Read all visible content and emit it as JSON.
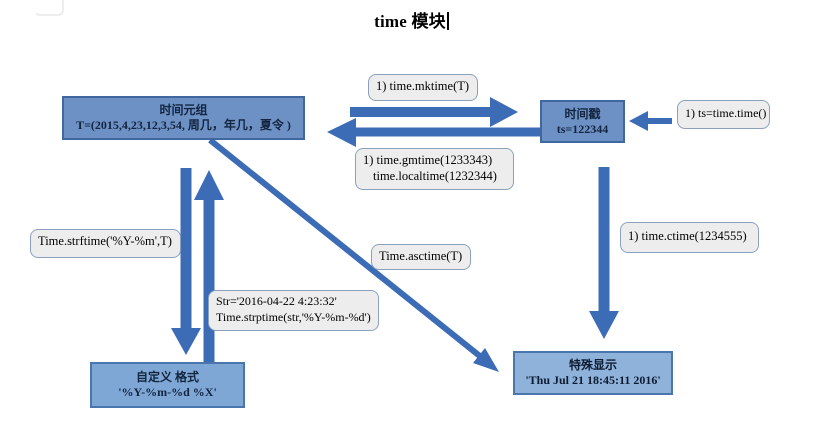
{
  "title": {
    "text": "time 模块"
  },
  "nodes": {
    "tuple": {
      "title": "时间元组",
      "value": "T=(2015,4,23,12,3,54, 周几，年几，夏令 )"
    },
    "timestamp": {
      "title": "时间戳",
      "value": "ts=122344"
    },
    "custom": {
      "title": "自定义 格式",
      "value": "'%Y-%m-%d %X'"
    },
    "special": {
      "title": "特殊显示",
      "value": "'Thu Jul 21 18:45:11 2016'"
    }
  },
  "callouts": {
    "mktime": {
      "text": "1) time.mktime(T)"
    },
    "ts_time": {
      "text": "1) ts=time.time()"
    },
    "gmtime": {
      "line1": "1) time.gmtime(1233343)",
      "line2": "time.localtime(1232344)"
    },
    "ctime": {
      "text": "1) time.ctime(1234555)"
    },
    "strftime": {
      "text": "Time.strftime('%Y-%m',T)"
    },
    "asctime": {
      "text": "Time.asctime(T)"
    },
    "strptime": {
      "line1": "Str='2016-04-22 4:23:32'",
      "line2": "Time.strptime(str,'%Y-%m-%d')"
    }
  },
  "colors": {
    "arrow": "#3b6cb5",
    "node_fill": "#6d90c5",
    "node_border": "#41689e",
    "node_fill_custom": "#7ea7d6",
    "node_fill_special": "#8fb2da",
    "label_fill": "#ededed",
    "label_border": "#8aa0bd",
    "node_text": "#13253f"
  }
}
